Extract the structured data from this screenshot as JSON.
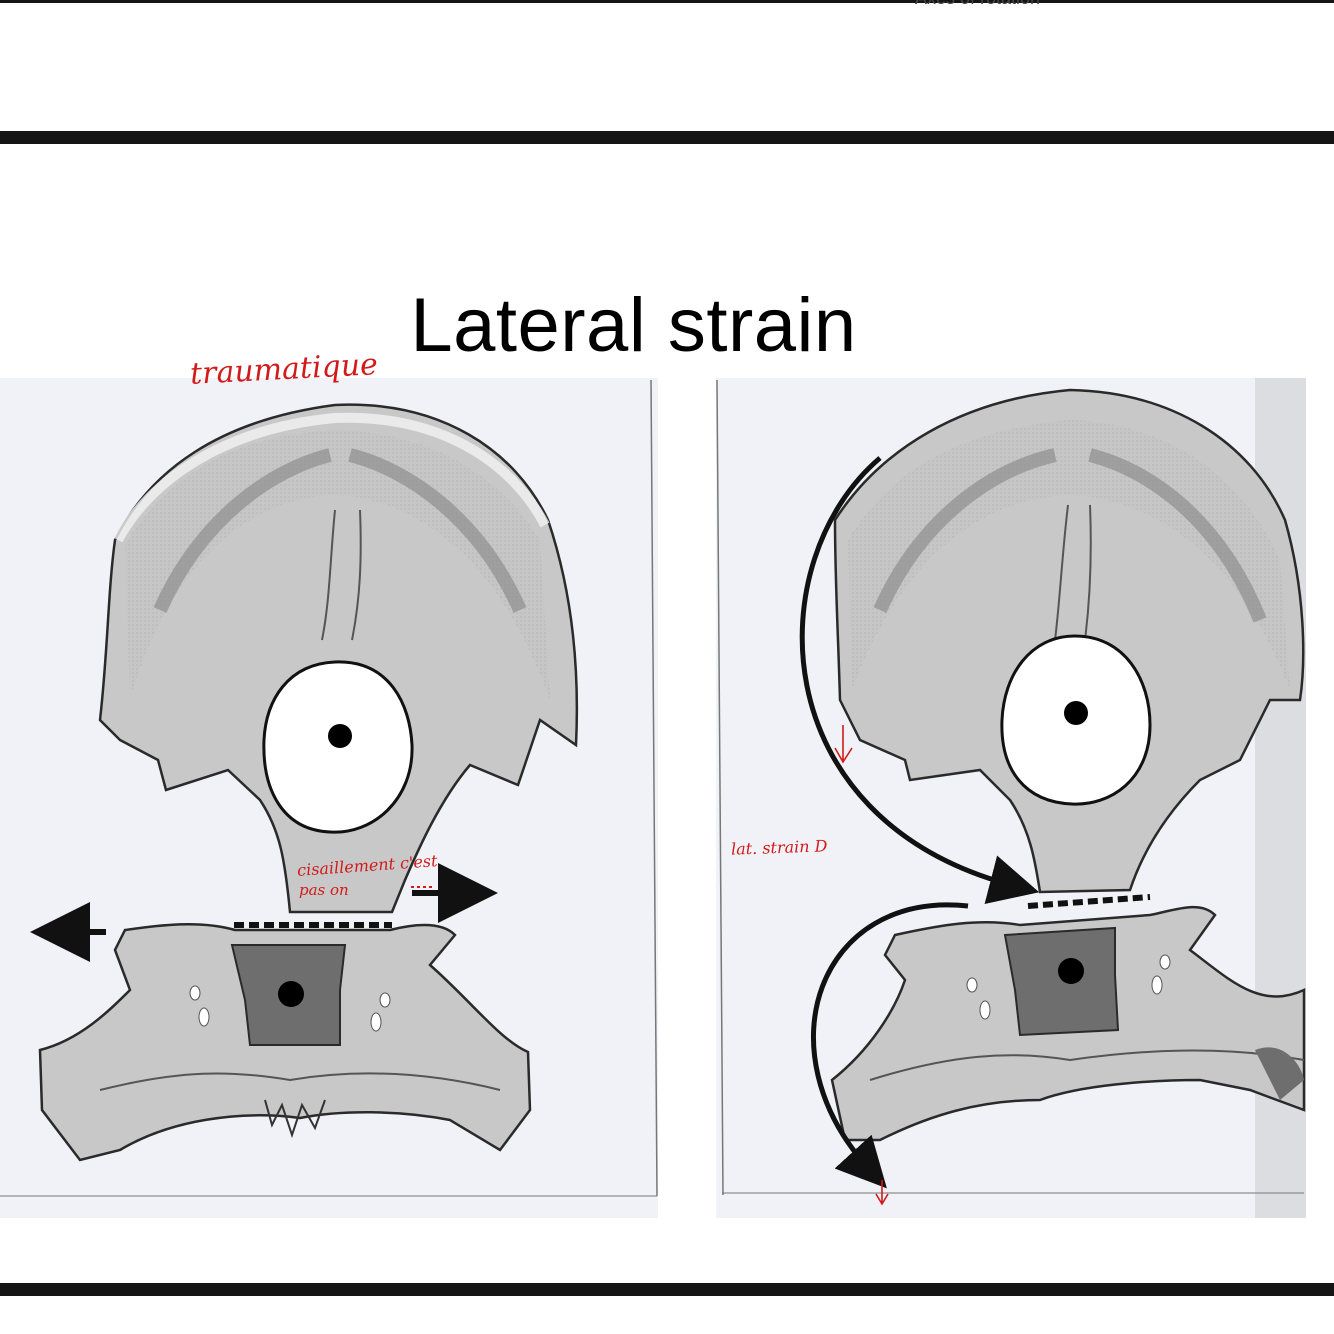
{
  "header": {
    "cut_off_text": "Axes of rotation"
  },
  "slide": {
    "title": "Lateral strain"
  },
  "annotations": {
    "traumatique": "traumatique",
    "cisaillement_line1": "cisaillement c'est",
    "cisaillement_line2": "pas on",
    "lat_strain": "lat. strain D"
  },
  "colors": {
    "bone_fill": "#c9c9c9",
    "bone_dark": "#8e8e8e",
    "bone_outline": "#2a2a2a",
    "annotation_red": "#d21a1a",
    "paper": "#f3f4f8"
  }
}
